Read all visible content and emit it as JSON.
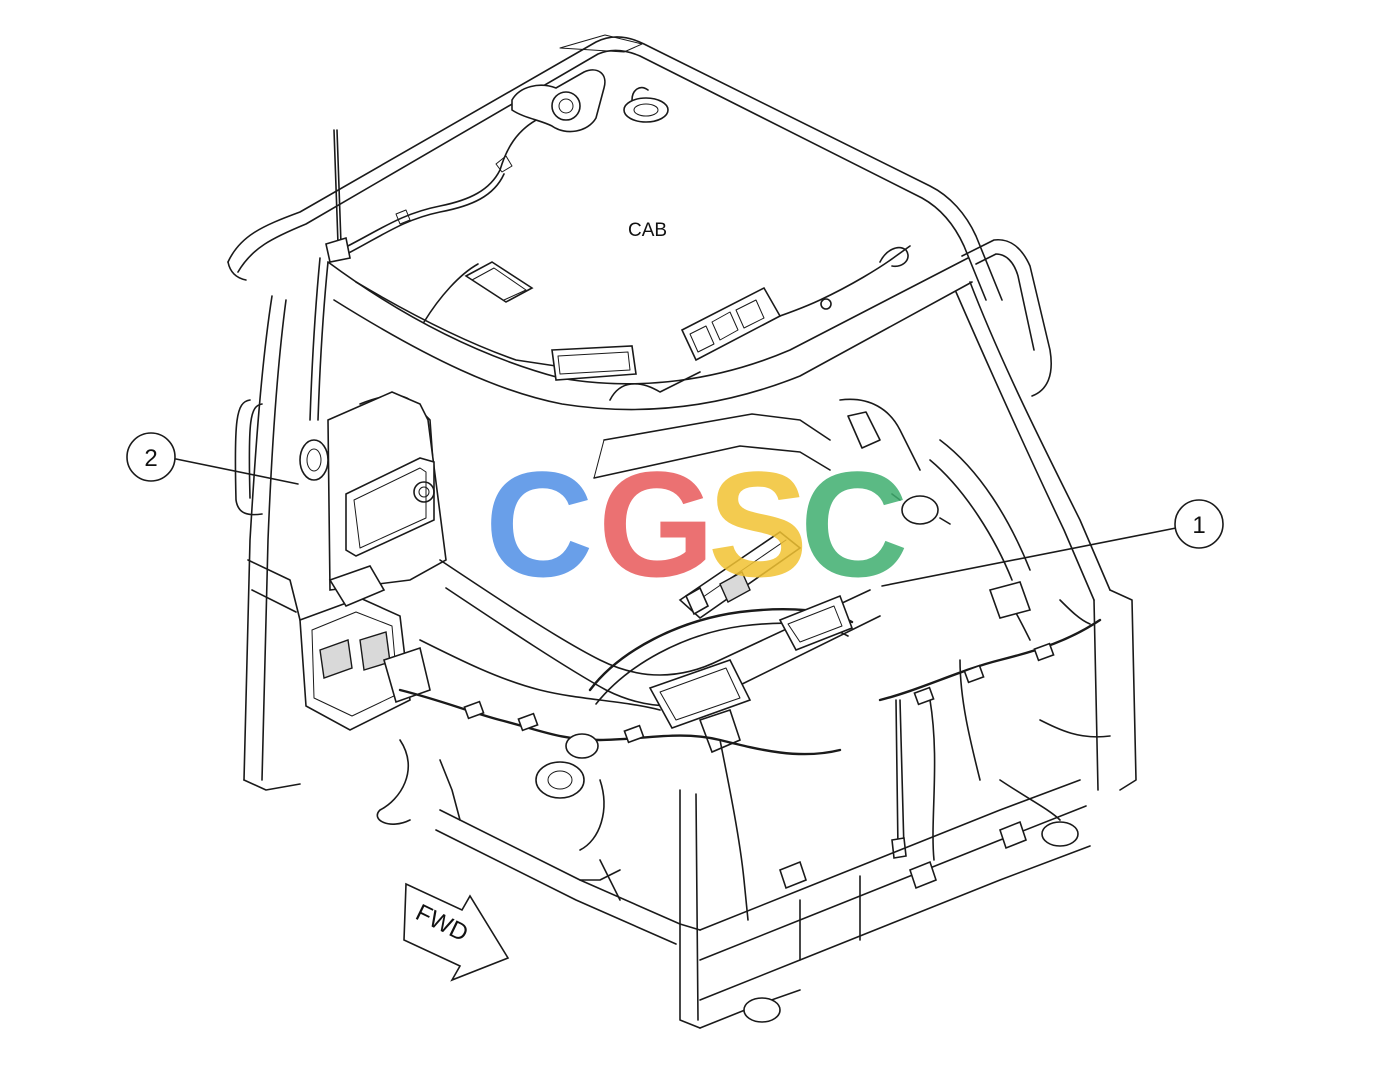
{
  "labels": {
    "cab": "CAB",
    "forward": "FWD"
  },
  "callouts": [
    {
      "number": "1"
    },
    {
      "number": "2"
    }
  ],
  "watermark": {
    "letters": [
      "C",
      "G",
      "S",
      "C"
    ],
    "colors": [
      "#4f8fe6",
      "#e8595a",
      "#f1c232",
      "#3fae6f"
    ]
  },
  "colors": {
    "line": "#1a1a1a",
    "background": "#ffffff"
  }
}
